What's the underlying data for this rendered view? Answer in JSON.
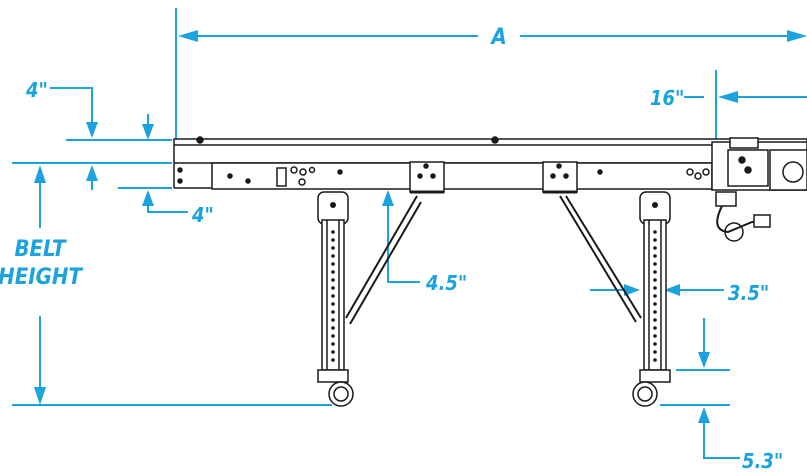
{
  "colors": {
    "dimension": "#1aa3dd",
    "linework": "#1a1a1a",
    "background": "#ffffff"
  },
  "labels": {
    "overall_length": "A",
    "drive_offset": "16\"",
    "top_offset": "4\"",
    "bottom_offset": "4\"",
    "belt_height_line1": "BELT",
    "belt_height_line2": "HEIGHT",
    "frame_depth": "4.5\"",
    "leg_width": "3.5\"",
    "caster_height": "5.3\""
  }
}
